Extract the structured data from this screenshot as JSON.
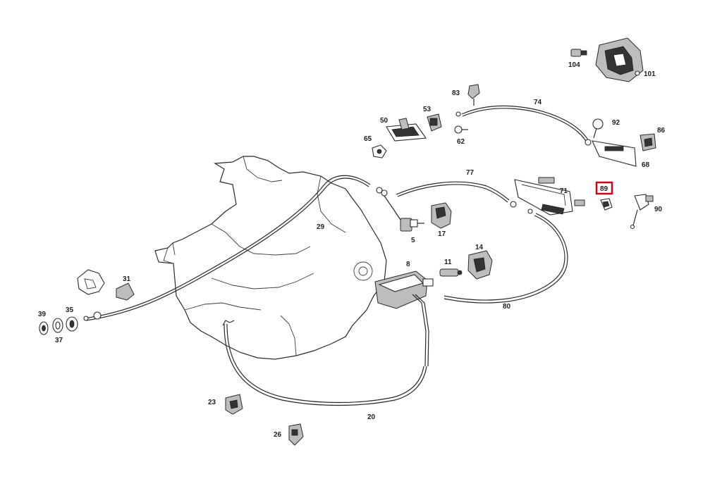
{
  "diagram": {
    "highlighted_part": "89",
    "highlight_color": "#d0021b",
    "labels": {
      "p104": "104",
      "p101": "101",
      "p83": "83",
      "p74": "74",
      "p92": "92",
      "p86": "86",
      "p50": "50",
      "p53": "53",
      "p65": "65",
      "p62": "62",
      "p68": "68",
      "p77": "77",
      "p71": "71",
      "p89": "89",
      "p90": "90",
      "p29": "29",
      "p5": "5",
      "p17": "17",
      "p14": "14",
      "p8": "8",
      "p11": "11",
      "p31": "31",
      "p39": "39",
      "p35": "35",
      "p37": "37",
      "p80": "80",
      "p23": "23",
      "p20": "20",
      "p26": "26"
    }
  }
}
